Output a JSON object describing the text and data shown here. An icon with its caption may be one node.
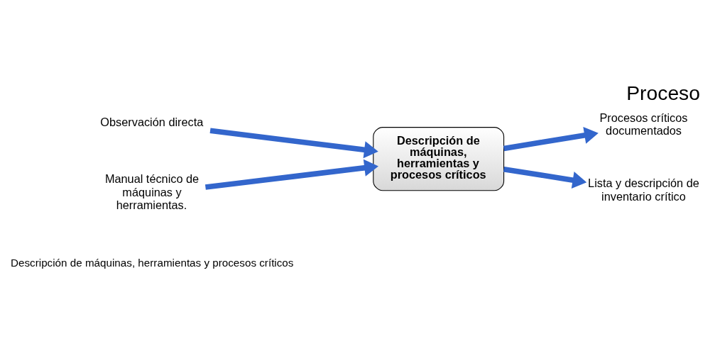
{
  "diagram": {
    "title": "Proceso",
    "nodes": [
      {
        "text": [
          "Observación directa"
        ]
      },
      {
        "text": [
          "Manual técnico de máquinas y herramientas."
        ]
      },
      {
        "text": [
          "Descripción de máquinas, herramientas y procesos críticos"
        ]
      },
      {
        "text": [
          "Procesos críticos documentados"
        ]
      },
      {
        "text": [
          "Lista y descripción de inventario crítico"
        ]
      }
    ],
    "edges": [
      {
        "from": 0,
        "to": 2,
        "arrow": "to"
      },
      {
        "from": 1,
        "to": 2,
        "arrow": "to"
      },
      {
        "from": 2,
        "to": 3,
        "arrow": "to"
      },
      {
        "from": 2,
        "to": 4,
        "arrow": "to"
      }
    ],
    "labels": [
      "Descripción de máquinas, herramientas y procesos críticos"
    ]
  }
}
